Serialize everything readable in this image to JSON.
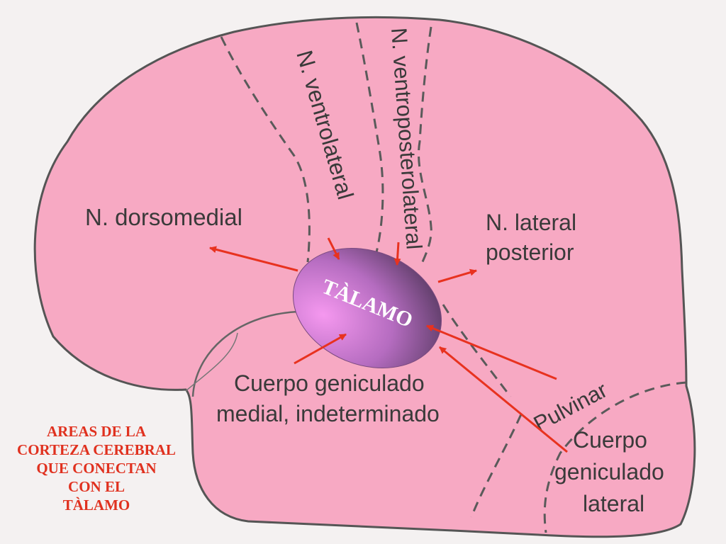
{
  "diagram": {
    "center_label": "TÀLAMO",
    "regions": {
      "dorsomedial": "N. dorsomedial",
      "ventrolateral": "N. ventrolateral",
      "ventroposterolateral": "N. ventroposterolateral",
      "lateral_posterior_1": "N. lateral",
      "lateral_posterior_2": "posterior",
      "medial_geniculate_1": "Cuerpo geniculado",
      "medial_geniculate_2": "medial, indeterminado",
      "pulvinar": "Pulvinar",
      "lateral_geniculate_1": "Cuerpo",
      "lateral_geniculate_2": "geniculado",
      "lateral_geniculate_3": "lateral"
    },
    "caption_lines": [
      "AREAS DE LA",
      "CORTEZA CEREBRAL",
      "QUE CONECTAN",
      "CON EL",
      "TÀLAMO"
    ],
    "colors": {
      "brain_fill": "#f7a9c3",
      "outline": "#555555",
      "arrow": "#e8321f",
      "thalamus_light": "#ee8ce8",
      "thalamus_dark": "#6a4575",
      "caption": "#e0311f"
    }
  }
}
